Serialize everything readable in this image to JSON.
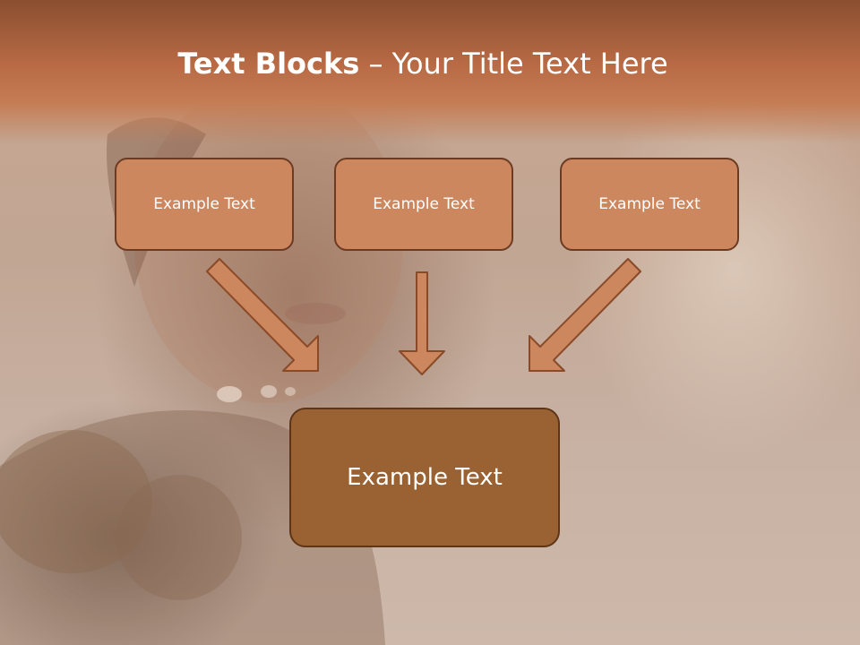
{
  "title": {
    "bold_part": "Text Blocks",
    "separator": " – ",
    "rest": "Your Title Text Here"
  },
  "blocks": [
    {
      "label": "Example Text"
    },
    {
      "label": "Example Text"
    },
    {
      "label": "Example Text"
    }
  ],
  "result_block": {
    "label": "Example Text"
  },
  "colors": {
    "header_band": "#b86a44",
    "top_box_fill": "#cd875f",
    "top_box_border": "#6b3b22",
    "main_box_fill": "#9a6232",
    "arrow_fill": "#cd875f",
    "arrow_stroke": "#8a4a28"
  }
}
